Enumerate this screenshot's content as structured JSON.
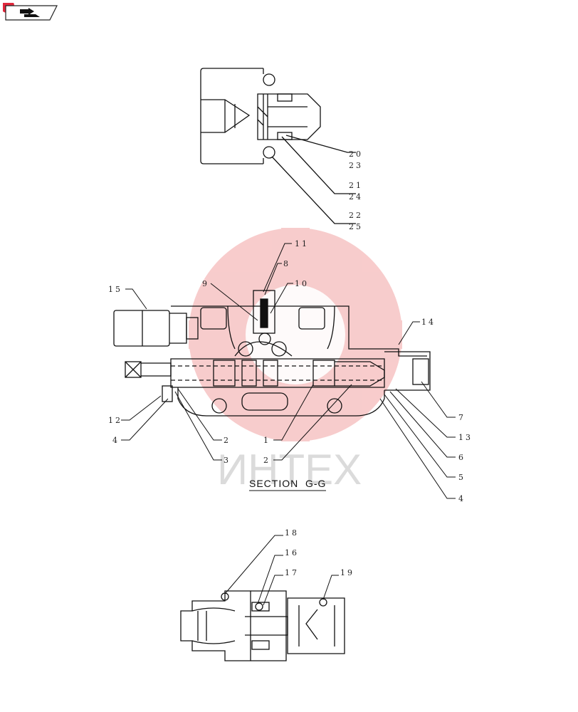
{
  "toolbar": {
    "icon": "return-arrow-icon",
    "badge_color": "#e0283c"
  },
  "watermark": {
    "text": "ИНТЕХ",
    "color": "#e53b3b"
  },
  "section_title": "SECTION  G-G",
  "labels": {
    "top": [
      "20",
      "23",
      "21",
      "24",
      "22",
      "25"
    ],
    "middle": [
      "11",
      "8",
      "9",
      "10",
      "15",
      "14",
      "12",
      "4",
      "2",
      "3",
      "1",
      "2",
      "7",
      "13",
      "6",
      "5",
      "4"
    ],
    "bottom": [
      "18",
      "16",
      "17",
      "19"
    ]
  }
}
